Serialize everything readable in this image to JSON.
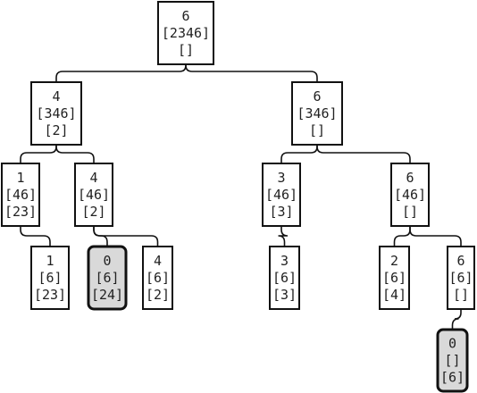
{
  "tree": {
    "nodes": [
      {
        "id": "n1",
        "lines": [
          "6",
          "[2346]",
          "[]"
        ],
        "highlighted": false
      },
      {
        "id": "n2",
        "lines": [
          "4",
          "[346]",
          "[2]"
        ],
        "highlighted": false
      },
      {
        "id": "n3",
        "lines": [
          "6",
          "[346]",
          "[]"
        ],
        "highlighted": false
      },
      {
        "id": "n4",
        "lines": [
          "1",
          "[46]",
          "[23]"
        ],
        "highlighted": false
      },
      {
        "id": "n5",
        "lines": [
          "4",
          "[46]",
          "[2]"
        ],
        "highlighted": false
      },
      {
        "id": "n6",
        "lines": [
          "3",
          "[46]",
          "[3]"
        ],
        "highlighted": false
      },
      {
        "id": "n7",
        "lines": [
          "6",
          "[46]",
          "[]"
        ],
        "highlighted": false
      },
      {
        "id": "n8",
        "lines": [
          "1",
          "[6]",
          "[23]"
        ],
        "highlighted": false
      },
      {
        "id": "n9",
        "lines": [
          "0",
          "[6]",
          "[24]"
        ],
        "highlighted": true
      },
      {
        "id": "n10",
        "lines": [
          "4",
          "[6]",
          "[2]"
        ],
        "highlighted": false
      },
      {
        "id": "n11",
        "lines": [
          "3",
          "[6]",
          "[3]"
        ],
        "highlighted": false
      },
      {
        "id": "n12",
        "lines": [
          "2",
          "[6]",
          "[4]"
        ],
        "highlighted": false
      },
      {
        "id": "n13",
        "lines": [
          "6",
          "[6]",
          "[]"
        ],
        "highlighted": false
      },
      {
        "id": "n14",
        "lines": [
          "0",
          "[]",
          "[6]"
        ],
        "highlighted": true
      }
    ],
    "edges": [
      [
        "n1",
        "n2"
      ],
      [
        "n1",
        "n3"
      ],
      [
        "n2",
        "n4"
      ],
      [
        "n2",
        "n5"
      ],
      [
        "n3",
        "n6"
      ],
      [
        "n3",
        "n7"
      ],
      [
        "n4",
        "n8"
      ],
      [
        "n5",
        "n9"
      ],
      [
        "n5",
        "n10"
      ],
      [
        "n6",
        "n11"
      ],
      [
        "n7",
        "n12"
      ],
      [
        "n7",
        "n13"
      ],
      [
        "n13",
        "n14"
      ]
    ],
    "colors": {
      "box_stroke": "#111111",
      "box_fill": "#ffffff",
      "highlight_fill": "#d9d9d9",
      "text": "#222222"
    }
  }
}
